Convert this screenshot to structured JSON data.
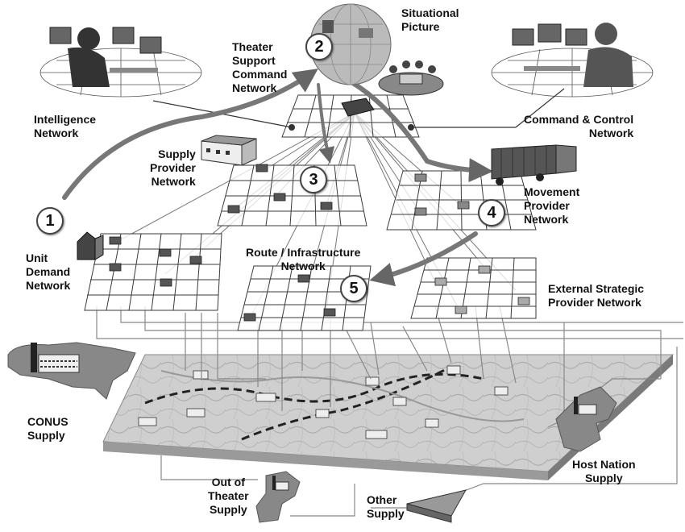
{
  "labels": {
    "situational_picture": "Situational\nPicture",
    "theater_support": "Theater\nSupport\nCommand\nNetwork",
    "intelligence": "Intelligence\nNetwork",
    "command_control": "Command & Control\nNetwork",
    "supply_provider": "Supply\nProvider\nNetwork",
    "movement_provider": "Movement\nProvider\nNetwork",
    "unit_demand": "Unit\nDemand\nNetwork",
    "route_infrastructure": "Route / Infrastructure\nNetwork",
    "external_strategic": "External Strategic\nProvider Network",
    "conus_supply": "CONUS\nSupply",
    "host_nation_supply": "Host Nation\nSupply",
    "out_of_theater_supply": "Out of\nTheater\nSupply",
    "other_supply": "Other\nSupply"
  },
  "steps": {
    "one": "1",
    "two": "2",
    "three": "3",
    "four": "4",
    "five": "5"
  },
  "colors": {
    "grid": "#3a3a3a",
    "node": "#555555",
    "arrow": "#777777",
    "map": "#c8c8c8",
    "line": "#8a8a8a"
  },
  "icons": [
    "analyst-workstation-icon",
    "commander-workstation-icon",
    "globe-icon",
    "conference-table-icon",
    "warehouse-icon",
    "truck-icon",
    "house-icon",
    "factory-icon"
  ]
}
